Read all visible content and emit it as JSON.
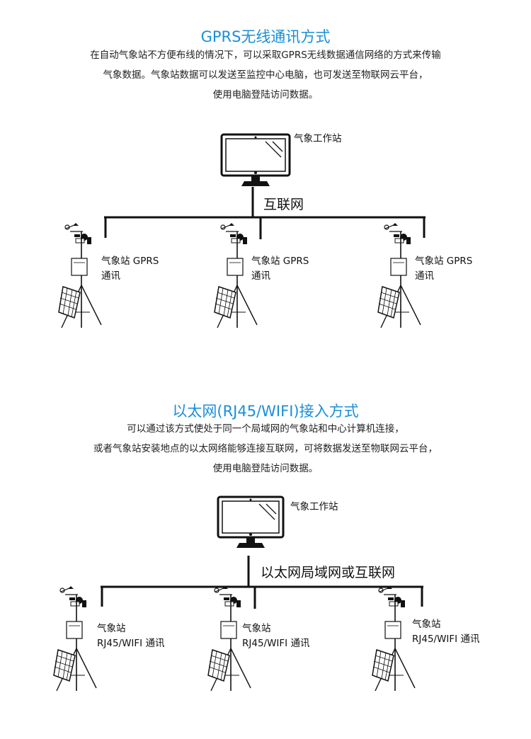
{
  "section1": {
    "title": "GPRS无线通讯方式",
    "lines": [
      "在自动气象站不方便布线的情况下，可以采取GPRS无线数据通信网络的方式来传输",
      "气象数据。气象站数据可以发送至监控中心电脑，也可发送至物联网云平台，",
      "使用电脑登陆访问数据。"
    ],
    "workstation_label": "气象工作站",
    "network_label": "互联网",
    "station_label_line1": "气象站 GPRS",
    "station_label_line2": "通讯"
  },
  "section2": {
    "title": "以太网(RJ45/WIFI)接入方式",
    "lines": [
      "可以通过该方式使处于同一个局域网的气象站和中心计算机连接，",
      "或者气象站安装地点的以太网络能够连接互联网，可将数据发送至物联网云平台，",
      "使用电脑登陆访问数据。"
    ],
    "workstation_label": "气象工作站",
    "network_label": "以太网局域网或互联网",
    "station_label_line1": "气象站",
    "station_label_line2": "RJ45/WIFI 通讯"
  },
  "icons": {
    "monitor": "monitor-icon",
    "weather_station": "weather-station-icon"
  }
}
